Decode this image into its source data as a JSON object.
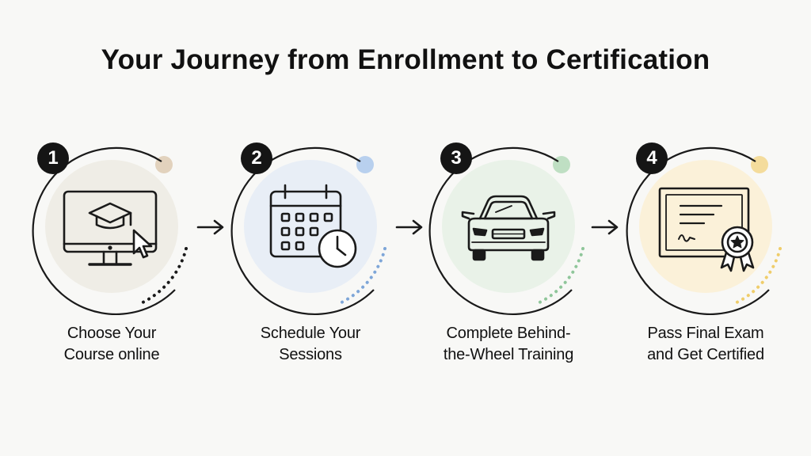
{
  "title": "Your Journey from Enrollment to Certification",
  "steps": [
    {
      "number": "1",
      "caption_line1": "Choose Your",
      "caption_line2": "Course online",
      "icon": "computer-graduation-cap-icon",
      "fill_color": "#efede6",
      "accent_color": "#e2d2bd",
      "dots_color": "#1a1a1a"
    },
    {
      "number": "2",
      "caption_line1": "Schedule Your",
      "caption_line2": "Sessions",
      "icon": "calendar-clock-icon",
      "fill_color": "#e8eef6",
      "accent_color": "#b8d0ee",
      "dots_color": "#7ea6d8"
    },
    {
      "number": "3",
      "caption_line1": "Complete Behind-",
      "caption_line2": "the-Wheel Training",
      "icon": "car-icon",
      "fill_color": "#e9f2e8",
      "accent_color": "#bfdfc3",
      "dots_color": "#8fc69a"
    },
    {
      "number": "4",
      "caption_line1": "Pass Final Exam",
      "caption_line2": "and Get Certified",
      "icon": "certificate-ribbon-icon",
      "fill_color": "#fbf1d9",
      "accent_color": "#f4dc9c",
      "dots_color": "#efcd6a"
    }
  ],
  "arrow_icon": "arrow-right-icon"
}
